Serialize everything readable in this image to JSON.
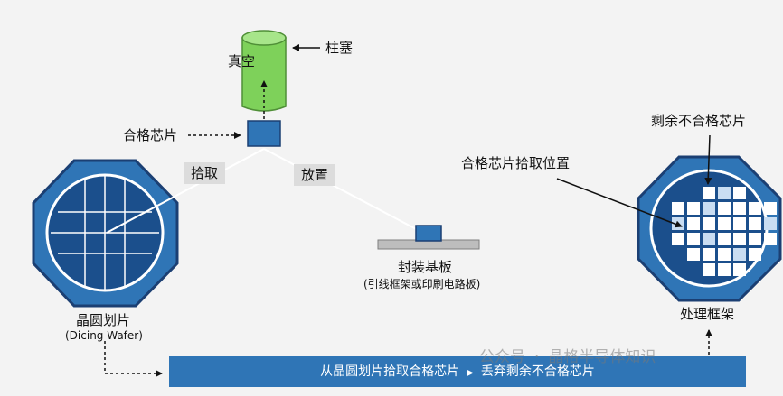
{
  "diagram": {
    "wafer_label": "晶圆划片",
    "wafer_sublabel": "(Dicing Wafer)",
    "good_die_label": "合格芯片",
    "vacuum_label": "真空",
    "plunger_label": "柱塞",
    "pick_label": "拾取",
    "place_label": "放置",
    "substrate_label": "封装基板",
    "substrate_sublabel": "(引线框架或印刷电路板)",
    "remaining_die_label": "剩余不合格芯片",
    "pick_position_label": "合格芯片拾取位置",
    "frame_label": "处理框架",
    "banner_part1": "从晶圆划片拾取合格芯片",
    "banner_arrow": "▶",
    "banner_part2": "丢弃剩余不合格芯片"
  },
  "watermark": {
    "account": "公众号",
    "separator": "·",
    "name": "晶格半导体知识"
  },
  "colors": {
    "wafer_blue": "#2f75b6",
    "wafer_dark": "#1b3f73",
    "plunger_green": "#7ed15a",
    "substrate_gray": "#bdbdbd",
    "missing_die": "#c9ddf2",
    "banner_blue": "#2f75b6"
  }
}
